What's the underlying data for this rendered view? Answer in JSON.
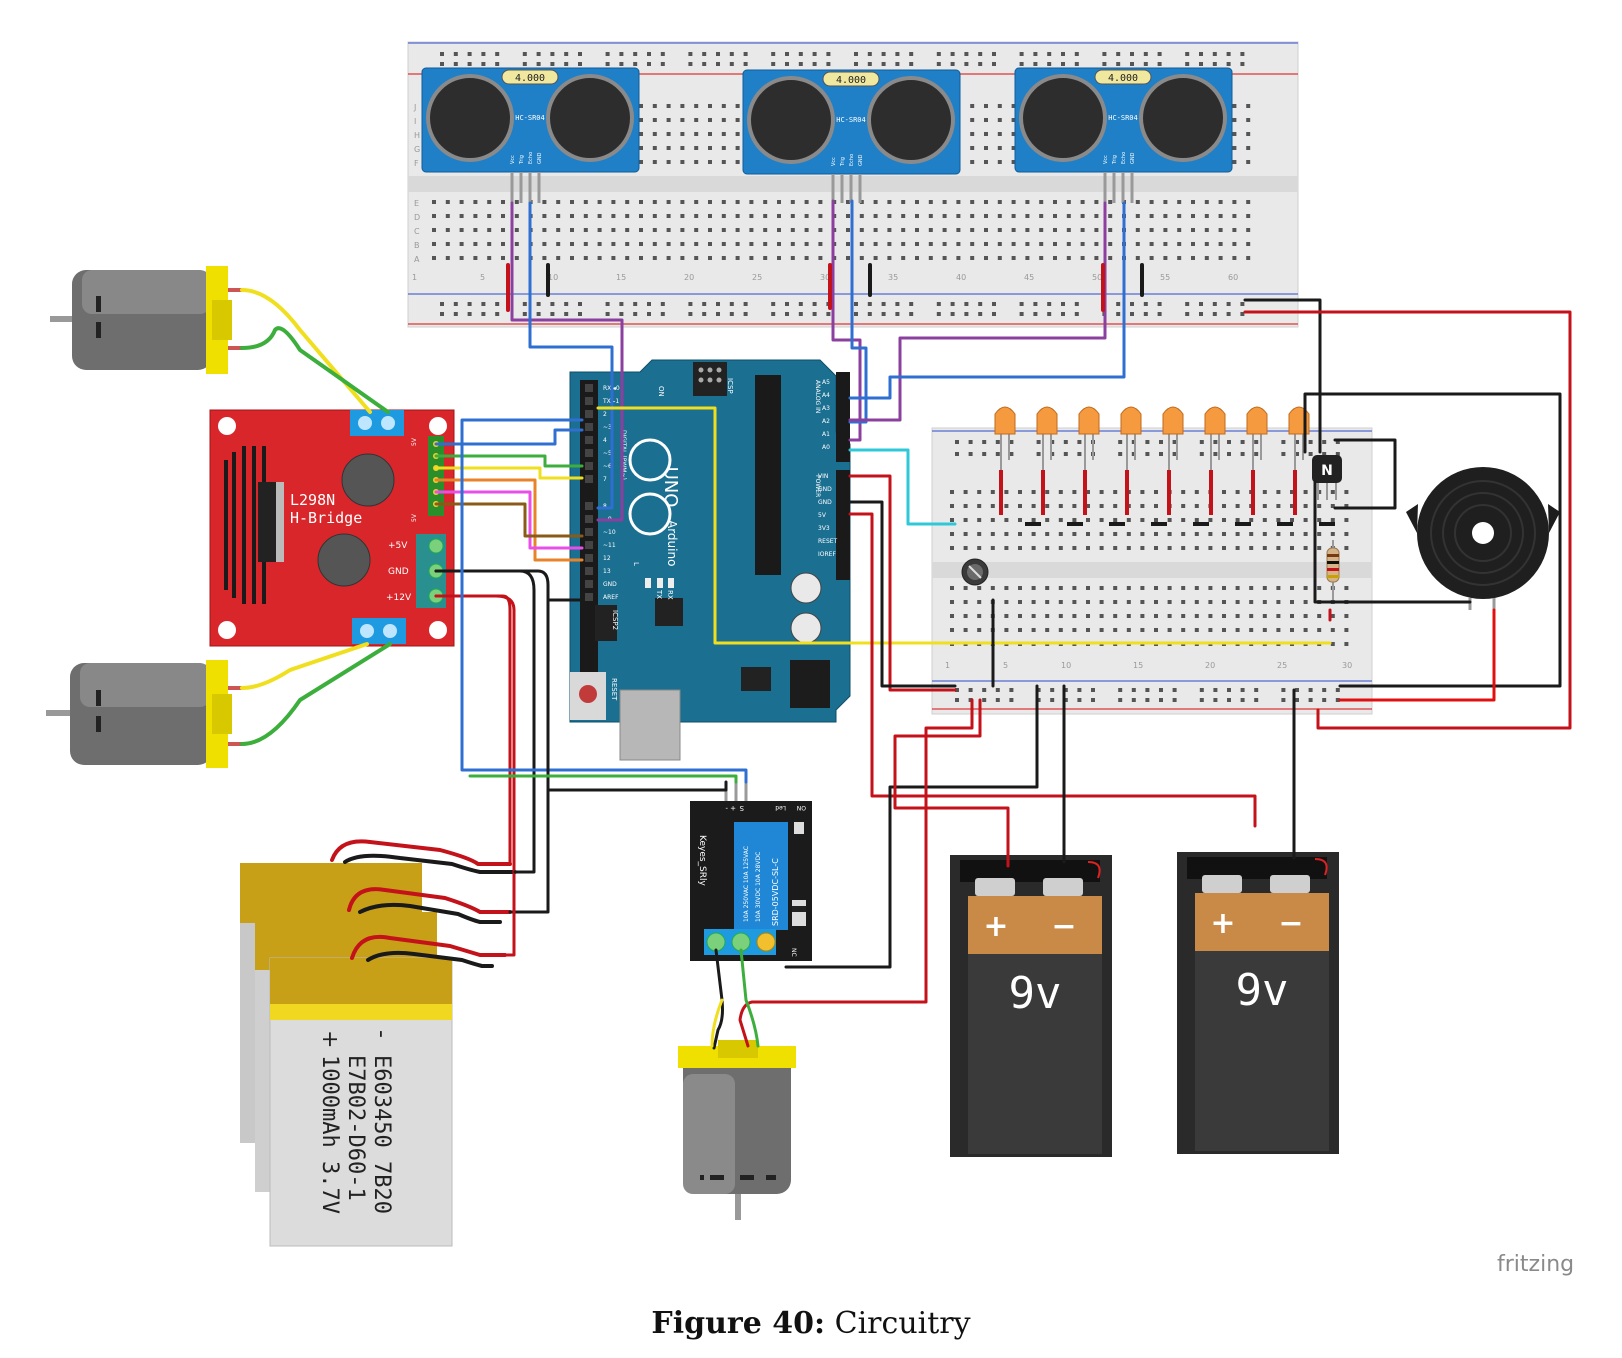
{
  "caption": {
    "label": "Figure 40:",
    "text": "Circuitry"
  },
  "brand": "fritzing",
  "sensors": [
    {
      "display": "4.000",
      "model": "HC-SR04",
      "pins": [
        "Vcc",
        "Trig",
        "Echo",
        "GND"
      ]
    },
    {
      "display": "4.000",
      "model": "HC-SR04",
      "pins": [
        "Vcc",
        "Trig",
        "Echo",
        "GND"
      ]
    },
    {
      "display": "4.000",
      "model": "HC-SR04",
      "pins": [
        "Vcc",
        "Trig",
        "Echo",
        "GND"
      ]
    }
  ],
  "breadboard": {
    "row_letters_top": [
      "J",
      "I",
      "H",
      "G",
      "F"
    ],
    "row_letters_bottom": [
      "E",
      "D",
      "C",
      "B",
      "A"
    ],
    "columns": [
      "1",
      "5",
      "10",
      "15",
      "20",
      "25",
      "30",
      "35",
      "40",
      "45",
      "50",
      "55",
      "60"
    ]
  },
  "small_breadboard": {
    "columns": [
      "1",
      "5",
      "10",
      "15",
      "20",
      "25",
      "30"
    ]
  },
  "hbridge": {
    "title": "L298N",
    "subtitle": "H-Bridge",
    "pin_5v": "+5V",
    "pin_gnd": "GND",
    "pin_12v": "+12V",
    "small": "5V"
  },
  "arduino": {
    "brand": "Arduino",
    "model": "UNO",
    "icsp": "ICSP",
    "icsp2": "ICSP2",
    "digital": "DIGITAL (PWM~)",
    "analog": "ANALOG IN",
    "power": "POWER",
    "reset": "RESET",
    "on": "ON",
    "tx": "TX",
    "rx": "RX",
    "l": "L",
    "digital_pins": [
      "RX◄0",
      "TX►1",
      "2",
      "~3",
      "4",
      "~5",
      "~6",
      "7",
      "8",
      "~9",
      "~10",
      "~11",
      "12",
      "13",
      "GND",
      "AREF"
    ],
    "analog_pins": [
      "A5",
      "A4",
      "A3",
      "A2",
      "A1",
      "A0"
    ],
    "power_pins": [
      "VIN",
      "GND",
      "GND",
      "5V",
      "3V3",
      "RESET",
      "IOREF"
    ]
  },
  "relay": {
    "brand": "Keyes_SRly",
    "rating1": "10A 250VAC 10A 125VAC",
    "rating2": "10A 30VDC 10A 28VDC",
    "model": "SRD-05VDC-SL-C",
    "pins": [
      "S",
      "+",
      "-"
    ],
    "led": "Led",
    "on": "ON",
    "nc": "NC"
  },
  "transistor": {
    "label": "N"
  },
  "battery_9v": {
    "label": "9v",
    "plus": "+",
    "minus": "−"
  },
  "lipo": {
    "line1": "E603450 7B20",
    "line2": "E7B02-D60-1",
    "line3": "1000mAh 3.7V",
    "plus": "+",
    "minus": "-"
  },
  "colors": {
    "red_wire": "#c4121a",
    "black_wire": "#1a1a1a",
    "blue_wire": "#2f6fd1",
    "purple_wire": "#8b3f9e",
    "yellow_wire": "#f0df1e",
    "green_wire": "#3cae3c",
    "orange_wire": "#e8832a",
    "cyan_wire": "#2ec8d8",
    "magenta_wire": "#e84ee8",
    "brown_wire": "#8a5a18",
    "arduino_board": "#1b6f91",
    "hbridge_board": "#d9262a",
    "sensor_board": "#1f7fc7",
    "led": "#f59a3e",
    "battery_top": "#c98a47",
    "lipo_gold": "#c8a018"
  }
}
